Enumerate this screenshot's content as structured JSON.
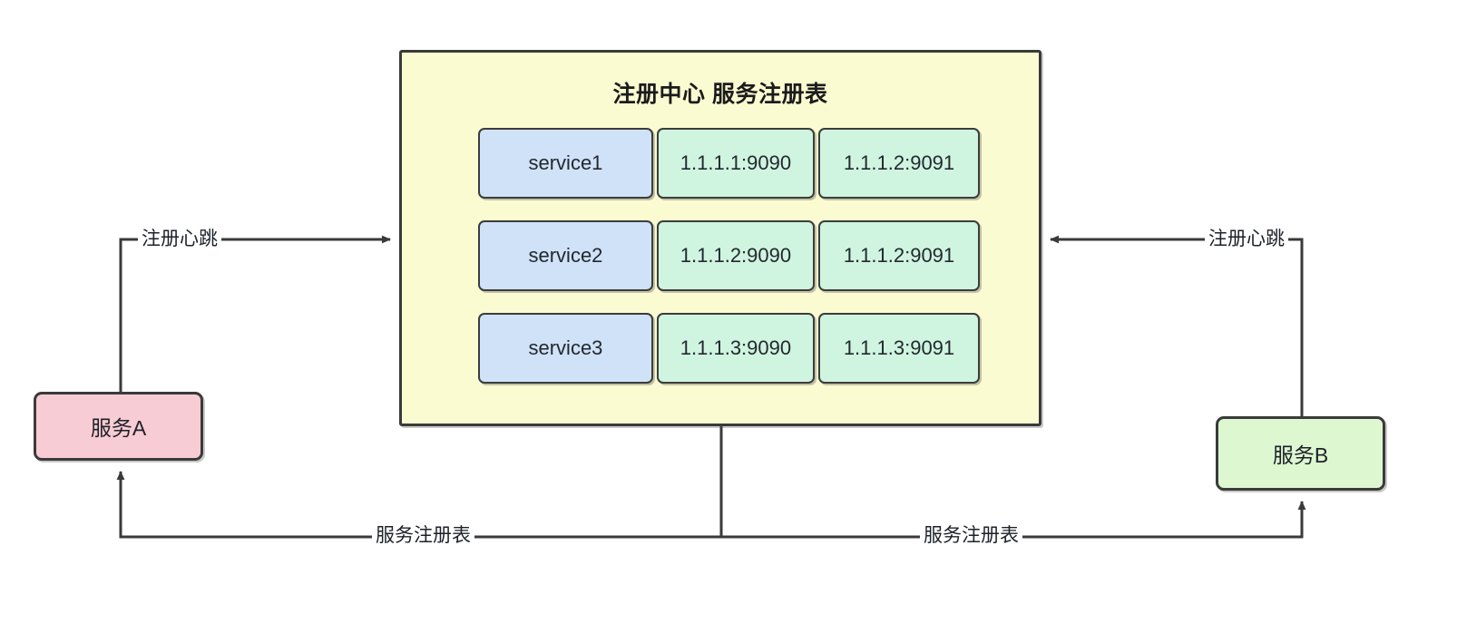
{
  "diagram": {
    "title": "注册中心 服务注册表",
    "registry": {
      "heading": "注册中心 服务注册表",
      "rows": [
        {
          "service": "service1",
          "addr1": "1.1.1.1:9090",
          "addr2": "1.1.1.2:9091"
        },
        {
          "service": "service2",
          "addr1": "1.1.1.2:9090",
          "addr2": "1.1.1.2:9091"
        },
        {
          "service": "service3",
          "addr1": "1.1.1.3:9090",
          "addr2": "1.1.1.3:9091"
        }
      ]
    },
    "nodes": {
      "service_a": "服务A",
      "service_b": "服务B"
    },
    "edges": {
      "heartbeat_left": "注册心跳",
      "heartbeat_right": "注册心跳",
      "registry_left": "服务注册表",
      "registry_right": "服务注册表"
    },
    "colors": {
      "registry_fill": "#fbfbd2",
      "service_cell_fill": "#cfe2f8",
      "address_cell_fill": "#cff5e0",
      "service_a_fill": "#f8ccd4",
      "service_b_fill": "#ddf7d0",
      "stroke": "#3a3a3a",
      "background": "#ffffff"
    }
  }
}
